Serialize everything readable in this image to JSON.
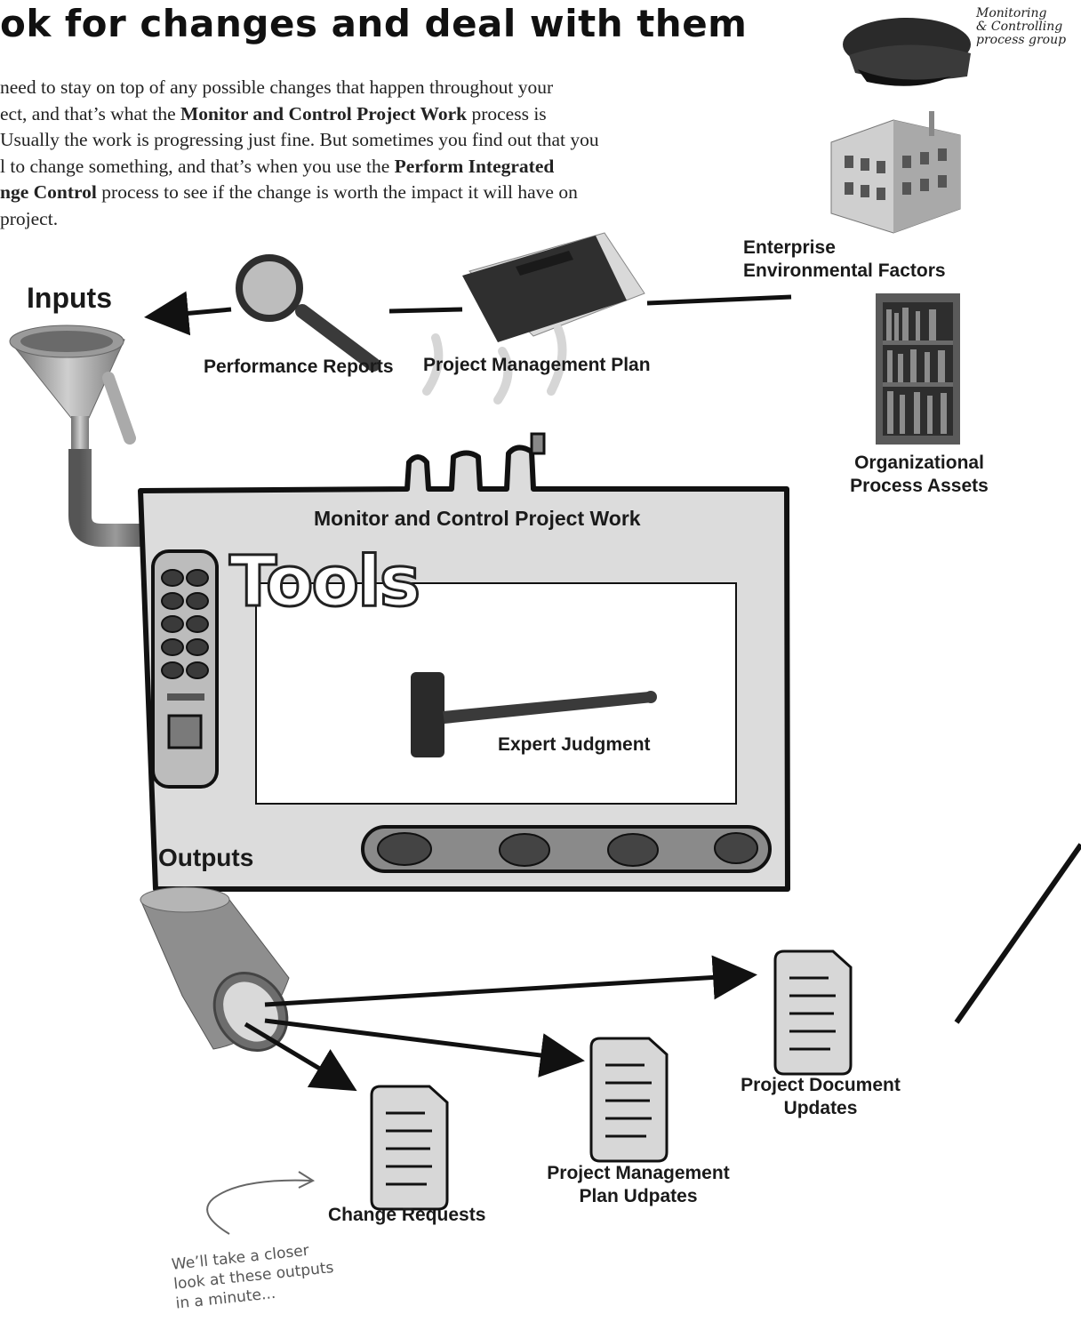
{
  "header": {
    "title": "ok for changes and deal with them",
    "badge_line1": "Monitoring",
    "badge_line2": "& Controlling",
    "badge_line3": "process group"
  },
  "intro": {
    "l1": "need to stay on top of any possible changes that happen throughout your",
    "l2a": "ect, and that’s what the ",
    "l2b": "Monitor and Control Project Work",
    "l2c": " process is",
    "l3": "Usually the work is progressing just fine. But sometimes you find out that you",
    "l4a": "l to change something, and that’s when you use the ",
    "l4b": "Perform Integrated",
    "l5a": "nge Control",
    "l5b": " process to see if the change is worth the impact it will have on",
    "l6": " project."
  },
  "inputs": {
    "heading": "Inputs",
    "performance_reports": "Performance Reports",
    "project_management_plan": "Project Management Plan",
    "eef_line1": "Enterprise",
    "eef_line2": "Environmental Factors",
    "opa_line1": "Organizational",
    "opa_line2": "Process Assets"
  },
  "machine": {
    "process_name": "Monitor and Control Project Work",
    "tools_label": "Tools",
    "tool": "Expert Judgment"
  },
  "outputs": {
    "heading": "Outputs",
    "change_requests": "Change Requests",
    "pmp_updates_line1": "Project Management",
    "pmp_updates_line2": "Plan Udpates",
    "doc_updates_line1": "Project Document",
    "doc_updates_line2": "Updates"
  },
  "note": {
    "line1": "We’ll take a closer",
    "line2": "look at these outputs",
    "line3": "in a minute..."
  },
  "icons": [
    "police-cap-icon",
    "building-icon",
    "bookshelf-icon",
    "magnifying-glass-icon",
    "folder-icon",
    "funnel-icon",
    "gavel-icon",
    "output-pipe-icon",
    "document-icon"
  ]
}
